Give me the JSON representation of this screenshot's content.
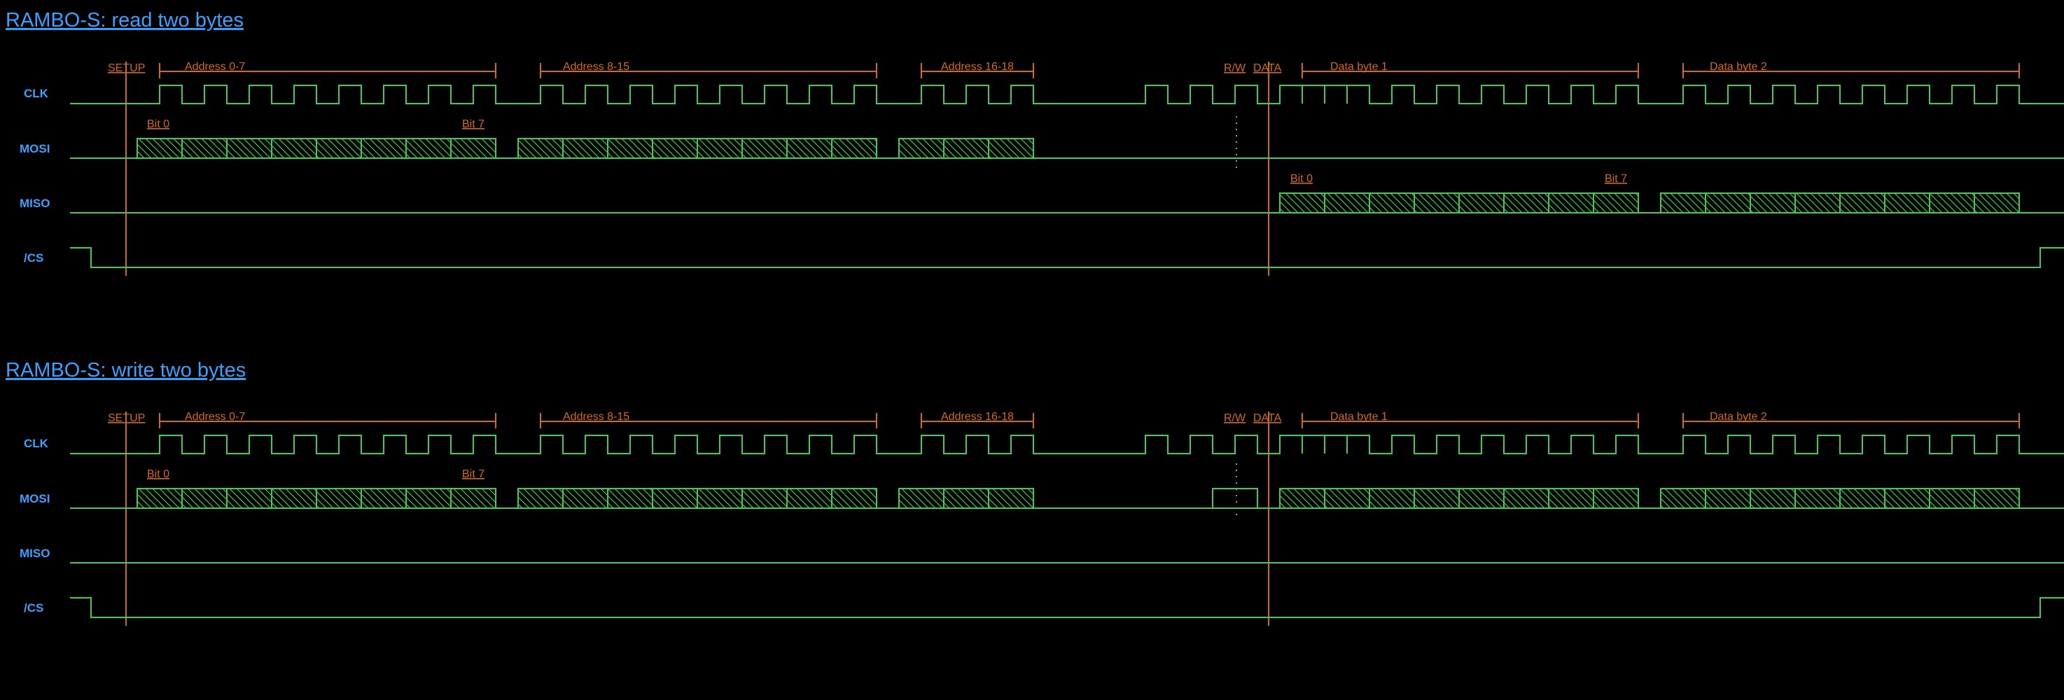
{
  "signals": [
    "CLK",
    "MOSI",
    "MISO",
    "/CS"
  ],
  "panels": [
    {
      "id": "read",
      "title": "RAMBO-S: read two bytes",
      "labels": {
        "setup": "SETUP",
        "rw": "R/W",
        "data": "DATA",
        "addr0": "Address 0-7",
        "addr1": "Address 8-15",
        "addr2": "Address 16-18",
        "byte1": "Data byte 1",
        "byte2": "Data byte 2",
        "mosi_bit0": "Bit 0",
        "mosi_bit7": "Bit 7",
        "miso_bit0": "Bit 0",
        "miso_bit7": "Bit 7"
      },
      "mosi_segments": [
        8,
        8,
        3
      ],
      "miso_segments": [
        8,
        8
      ],
      "rw_pulse": false
    },
    {
      "id": "write",
      "title": "RAMBO-S: write two bytes",
      "labels": {
        "setup": "SETUP",
        "rw": "R/W",
        "data": "DATA",
        "addr0": "Address 0-7",
        "addr1": "Address 8-15",
        "addr2": "Address 16-18",
        "byte1": "Data byte 1",
        "byte2": "Data byte 2",
        "mosi_bit0": "Bit 0",
        "mosi_bit7": "Bit 7"
      },
      "mosi_segments": [
        8,
        8,
        3,
        8,
        8
      ],
      "miso_segments": [],
      "rw_pulse": true
    }
  ],
  "colors": {
    "background": "#000000",
    "signal": "#3ecf4e",
    "annotation": "#d2691e",
    "label": "#3ba1ff"
  }
}
